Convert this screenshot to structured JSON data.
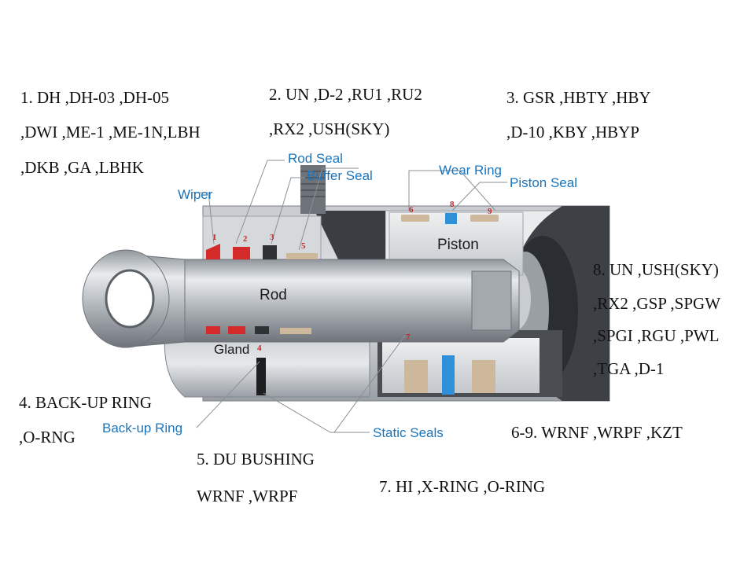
{
  "captions": {
    "c1": [
      "1. DH ,DH-03 ,DH-05",
      ",DWI ,ME-1 ,ME-1N,LBH",
      ",DKB ,GA ,LBHK"
    ],
    "c2": [
      "2. UN ,D-2 ,RU1 ,RU2",
      ",RX2 ,USH(SKY)"
    ],
    "c3": [
      "3. GSR ,HBTY ,HBY",
      ",D-10 ,KBY ,HBYP"
    ],
    "c8": [
      "8. UN ,USH(SKY)",
      ",RX2 ,GSP ,SPGW",
      ",SPGI ,RGU ,PWL",
      ",TGA ,D-1"
    ],
    "c4": [
      "4. BACK-UP RING",
      ",O-RNG"
    ],
    "c5": [
      "5. DU BUSHING",
      "WRNF ,WRPF"
    ],
    "c69": [
      "6-9. WRNF ,WRPF ,KZT"
    ],
    "c7": [
      "7. HI ,X-RING ,O-RING"
    ]
  },
  "callouts": {
    "rod_seal": "Rod Seal",
    "buffer_seal": "Buffer Seal",
    "wiper": "Wiper",
    "wear_ring": "Wear Ring",
    "piston_seal": "Piston Seal",
    "static_seals": "Static Seals",
    "backup_ring": "Back-up Ring"
  },
  "parts": {
    "piston": "Piston",
    "rod": "Rod",
    "gland": "Gland"
  },
  "numbers": {
    "n1": "1",
    "n2": "2",
    "n3": "3",
    "n4": "4",
    "n5": "5",
    "n6": "6",
    "n7": "7",
    "n8": "8",
    "n9": "9"
  },
  "colors": {
    "seal_red": "#d42a2a",
    "seal_blue": "#2f8fd8",
    "wear_tan": "#cdb89b",
    "callout_blue": "#1b75bb",
    "metal": "#b9bdc2"
  }
}
